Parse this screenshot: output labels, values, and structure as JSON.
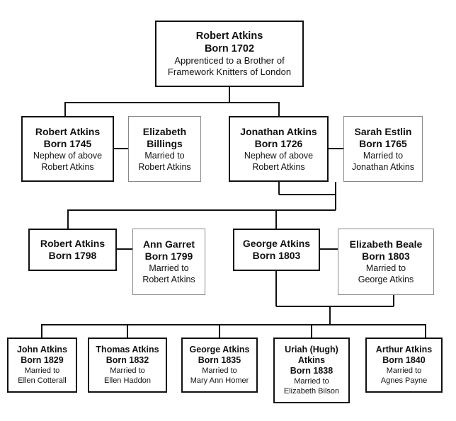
{
  "root": {
    "name": "Robert Atkins",
    "born": "Born 1702",
    "note1": "Apprenticed to a Brother of",
    "note2": "Framework Knitters of London"
  },
  "gen2": [
    {
      "name": "Robert Atkins",
      "born": "Born 1745",
      "note1": "Nephew of above",
      "note2": "Robert Atkins"
    },
    {
      "name": "Elizabeth",
      "born": "Billings",
      "note1": "Married to",
      "note2": "Robert Atkins"
    },
    {
      "name": "Jonathan Atkins",
      "born": "Born 1726",
      "note1": "Nephew of above",
      "note2": "Robert Atkins"
    },
    {
      "name": "Sarah Estlin",
      "born": "Born 1765",
      "note1": "Married to",
      "note2": "Jonathan Atkins"
    }
  ],
  "gen3": [
    {
      "name": "Robert Atkins",
      "born": "Born 1798"
    },
    {
      "name": "Ann Garret",
      "born": "Born 1799",
      "note1": "Married to",
      "note2": "Robert Atkins"
    },
    {
      "name": "George Atkins",
      "born": "Born 1803"
    },
    {
      "name": "Elizabeth Beale",
      "born": "Born 1803",
      "note1": "Married to",
      "note2": "George Atkins"
    }
  ],
  "gen4": [
    {
      "name": "John Atkins",
      "born": "Born 1829",
      "note1": "Married to",
      "note2": "Ellen Cotterall"
    },
    {
      "name": "Thomas Atkins",
      "born": "Born 1832",
      "note1": "Married to",
      "note2": "Ellen Haddon"
    },
    {
      "name": "George Atkins",
      "born": "Born 1835",
      "note1": "Married to",
      "note2": "Mary Ann Homer"
    },
    {
      "name": "Uriah (Hugh)",
      "name2": "Atkins",
      "born": "Born 1838",
      "note1": "Married to",
      "note2": "Elizabeth Bilson"
    },
    {
      "name": "Arthur Atkins",
      "born": "Born 1840",
      "note1": "Married to",
      "note2": "Agnes Payne"
    }
  ]
}
